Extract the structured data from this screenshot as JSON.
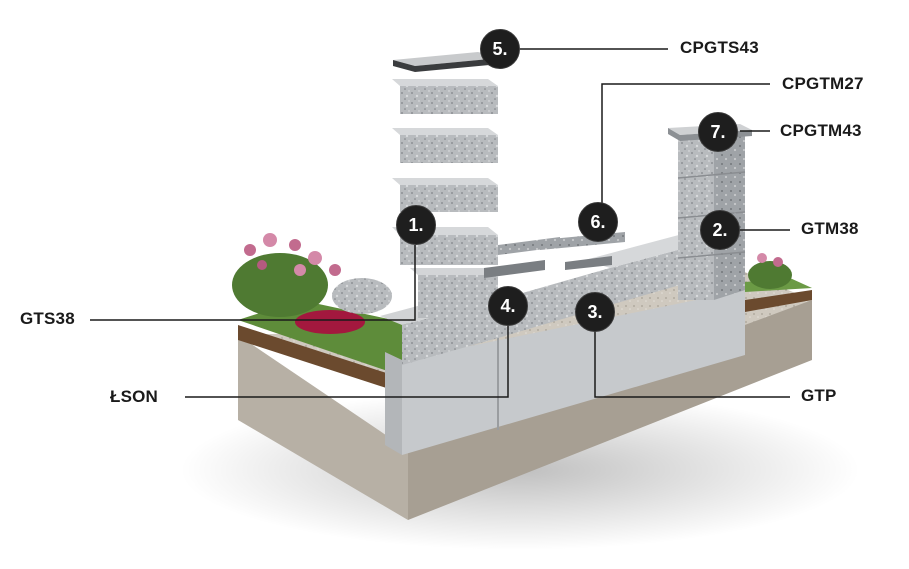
{
  "callouts": [
    {
      "number": "1.",
      "code": "GTS38"
    },
    {
      "number": "2.",
      "code": "GTM38"
    },
    {
      "number": "3.",
      "code": "GTP"
    },
    {
      "number": "4.",
      "code": "ŁSON"
    },
    {
      "number": "5.",
      "code": "CPGTS43"
    },
    {
      "number": "6.",
      "code": "CPGTM27"
    },
    {
      "number": "7.",
      "code": "CPGTM43"
    }
  ],
  "colors": {
    "badge": "#1e1e1e",
    "leader_line": "#1a1a1a",
    "granite": "#b9bcbf",
    "concrete": "#c9cccf",
    "ground": "#cdc7bd",
    "soil": "#6b4a2e",
    "grass": "#5e8c3a"
  }
}
